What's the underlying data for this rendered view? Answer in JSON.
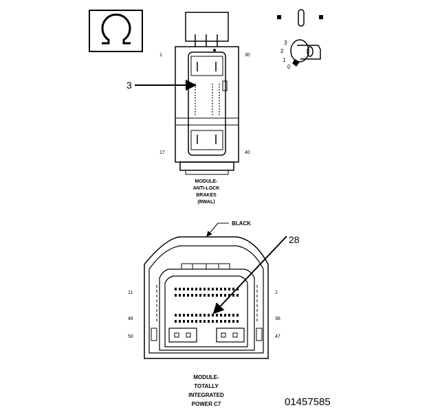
{
  "top_connector": {
    "pin_labels": {
      "top_left": "1",
      "top_right": "30",
      "bottom_left": "17",
      "bottom_right": "40"
    },
    "callout": "3",
    "caption_lines": [
      "MODULE-",
      "ANTI-LOCK",
      "BRAKES",
      "(RWAL)"
    ]
  },
  "ignition_switch": {
    "positions": [
      "3",
      "2",
      "1",
      "0"
    ]
  },
  "bottom_connector": {
    "color_label": "BLACK",
    "callout": "28",
    "pin_labels": {
      "row1_left": "11",
      "row1_right": "1",
      "row2_left": "46",
      "row2_right": "36",
      "row3_left": "50",
      "row3_right": "47"
    },
    "caption_lines": [
      "MODULE-",
      "TOTALLY",
      "INTEGRATED",
      "POWER C7"
    ]
  },
  "document_number": "01457585",
  "icons": [
    "ohm-symbol-icon",
    "ignition-key-icon",
    "ignition-positions-icon"
  ]
}
